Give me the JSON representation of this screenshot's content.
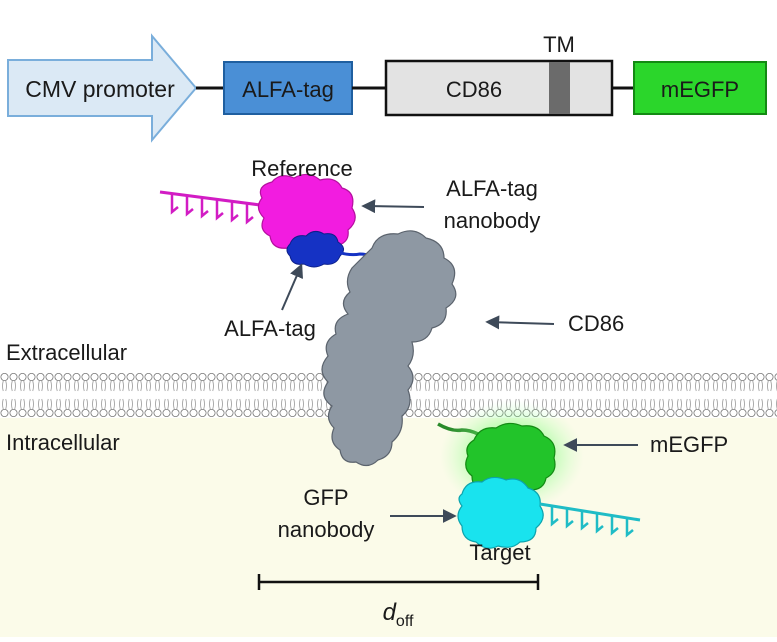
{
  "construct": {
    "promoter": "CMV promoter",
    "alfa_tag": "ALFA-tag",
    "cd86": "CD86",
    "tm": "TM",
    "megfp": "mEGFP"
  },
  "labels": {
    "reference": "Reference",
    "alfa_nanobody_line1": "ALFA-tag",
    "alfa_nanobody_line2": "nanobody",
    "alfa_tag": "ALFA-tag",
    "cd86": "CD86",
    "extracellular": "Extracellular",
    "intracellular": "Intracellular",
    "megfp": "mEGFP",
    "gfp_nanobody_line1": "GFP",
    "gfp_nanobody_line2": "nanobody",
    "target": "Target",
    "distance_symbol": "d",
    "distance_subscript": "off"
  },
  "colors": {
    "promoter_fill": "#dbe9f5",
    "promoter_stroke": "#7aaedb",
    "alfa_tag": "#4a8fd6",
    "cd86": "#e3e3e3",
    "tm": "#6b6b6b",
    "megfp": "#2bd62b",
    "reference_protein": "#f21ce0",
    "alfa_peptide": "#1532c4",
    "cd86_protein": "#8e98a3",
    "egfp_protein": "#22c42a",
    "gfp_nanobody": "#19e3ee",
    "intracellular_bg": "#fbfbe9",
    "arrow": "#3e4a59"
  }
}
